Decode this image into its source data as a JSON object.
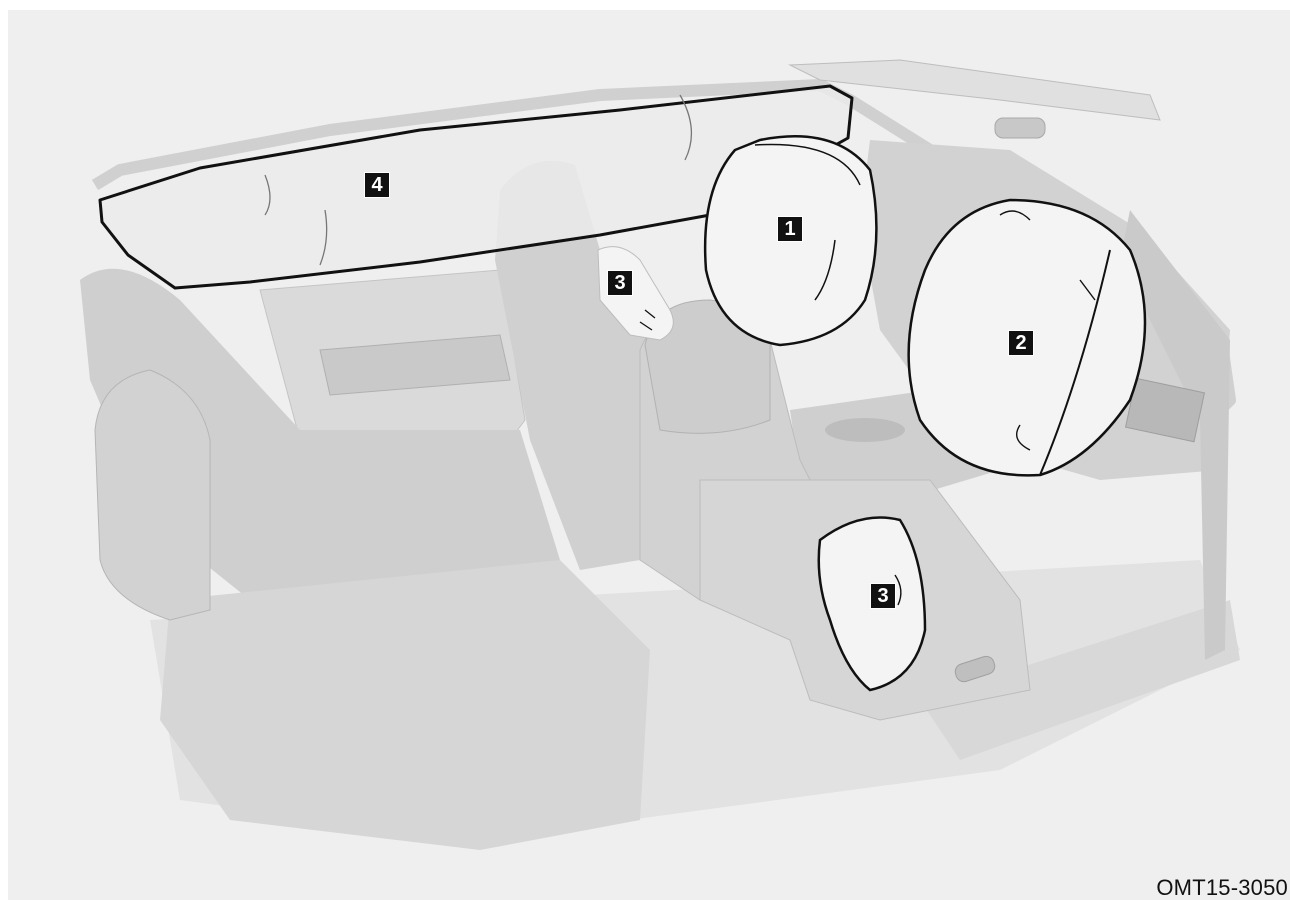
{
  "figure": {
    "code": "OMT15-3050",
    "markers": {
      "driver_front": "1",
      "passenger_front": "2",
      "side_rear": "3",
      "side_front": "3",
      "curtain": "4"
    }
  },
  "colors": {
    "background": "#efefef",
    "car_body": "#d4d4d4",
    "airbag_fill": "#f4f4f4",
    "outline": "#111111",
    "marker_bg": "#111111",
    "marker_text": "#ffffff"
  }
}
